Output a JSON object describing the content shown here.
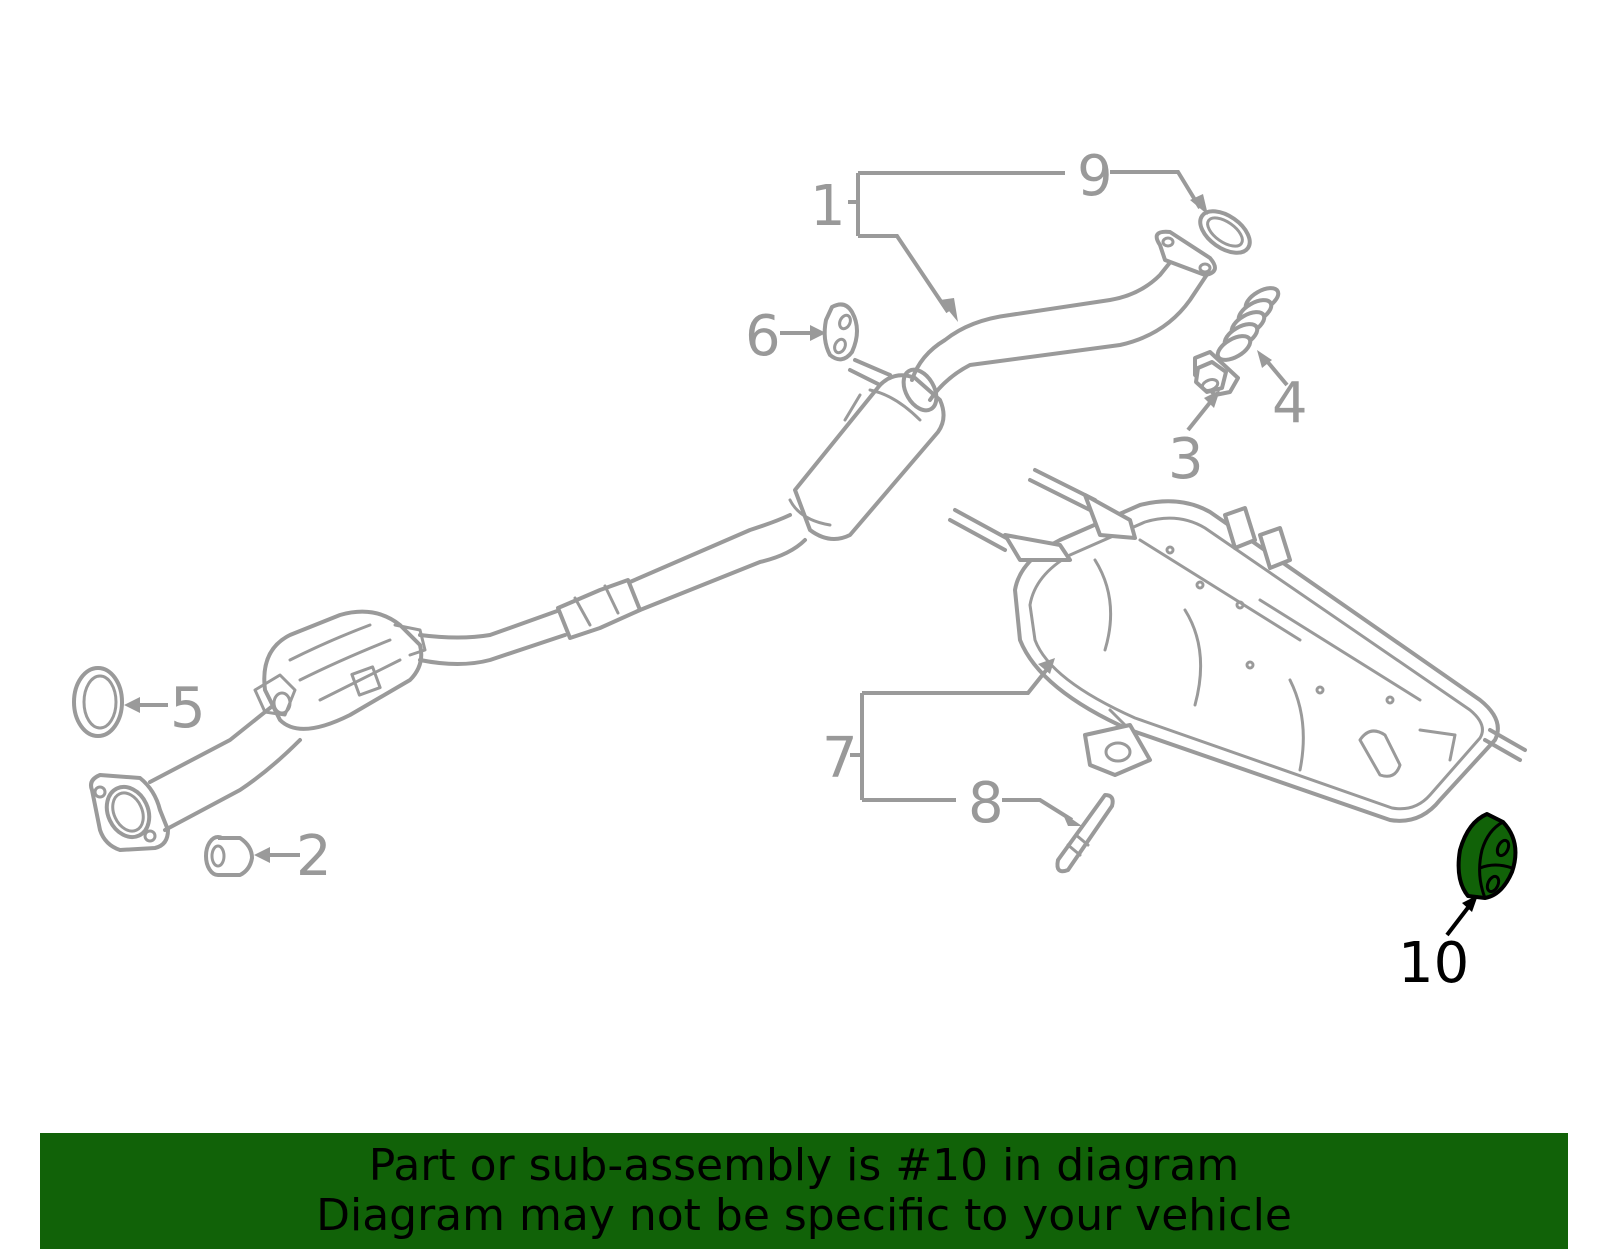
{
  "diagram": {
    "callouts": [
      {
        "id": "1",
        "label": "1"
      },
      {
        "id": "2",
        "label": "2"
      },
      {
        "id": "3",
        "label": "3"
      },
      {
        "id": "4",
        "label": "4"
      },
      {
        "id": "5",
        "label": "5"
      },
      {
        "id": "6",
        "label": "6"
      },
      {
        "id": "7",
        "label": "7"
      },
      {
        "id": "8",
        "label": "8"
      },
      {
        "id": "9",
        "label": "9"
      },
      {
        "id": "10",
        "label": "10",
        "highlighted": true
      }
    ],
    "highlight_color": "#116208",
    "line_color": "#9a9a9a"
  },
  "banner": {
    "line1": "Part or sub-assembly is #10 in diagram",
    "line2": "Diagram may not be specific to your vehicle",
    "background": "#116208"
  }
}
